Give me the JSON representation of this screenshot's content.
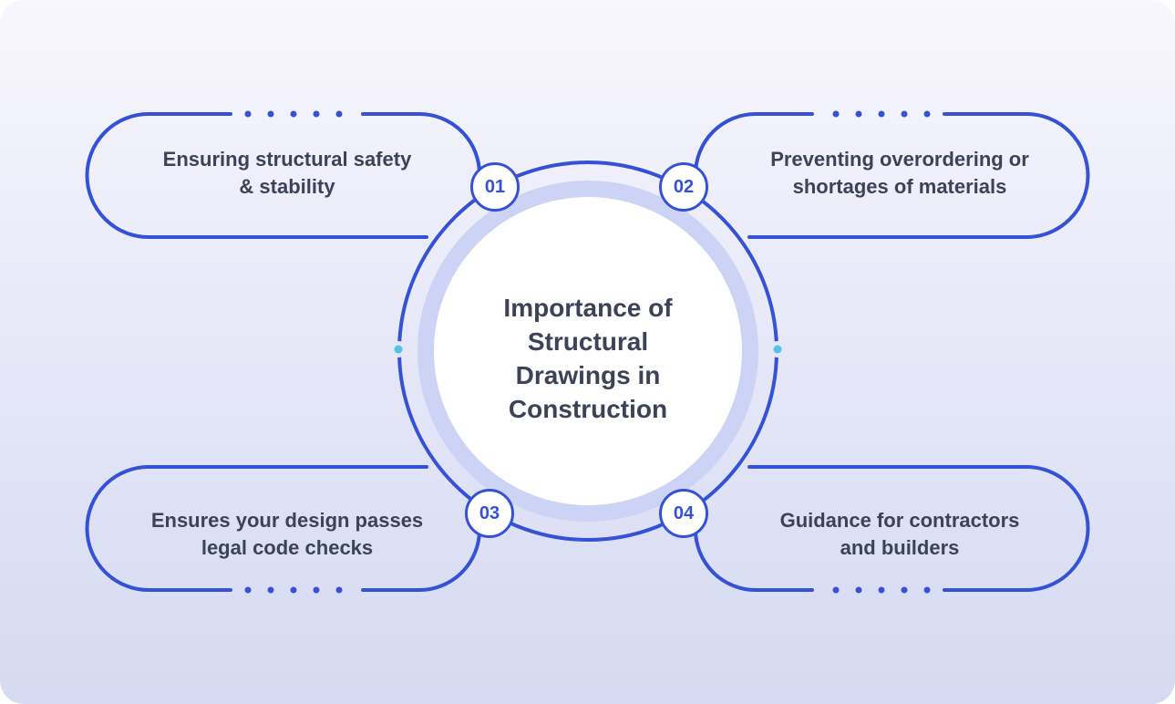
{
  "center": {
    "title": "Importance of\nStructural\nDrawings in\nConstruction"
  },
  "items": [
    {
      "number": "01",
      "label": "Ensuring structural safety\n& stability"
    },
    {
      "number": "02",
      "label": "Preventing overordering or\nshortages of materials"
    },
    {
      "number": "03",
      "label": "Ensures your design passes\nlegal code checks"
    },
    {
      "number": "04",
      "label": "Guidance for contractors\nand builders"
    }
  ],
  "colors": {
    "accent": "#3552d6",
    "ring": "#ccd3f5",
    "title_text": "#3c4257",
    "cyan_dot": "#4fc3e8",
    "bg_top": "#f8f7fd",
    "bg_bottom": "#d5daf2"
  }
}
